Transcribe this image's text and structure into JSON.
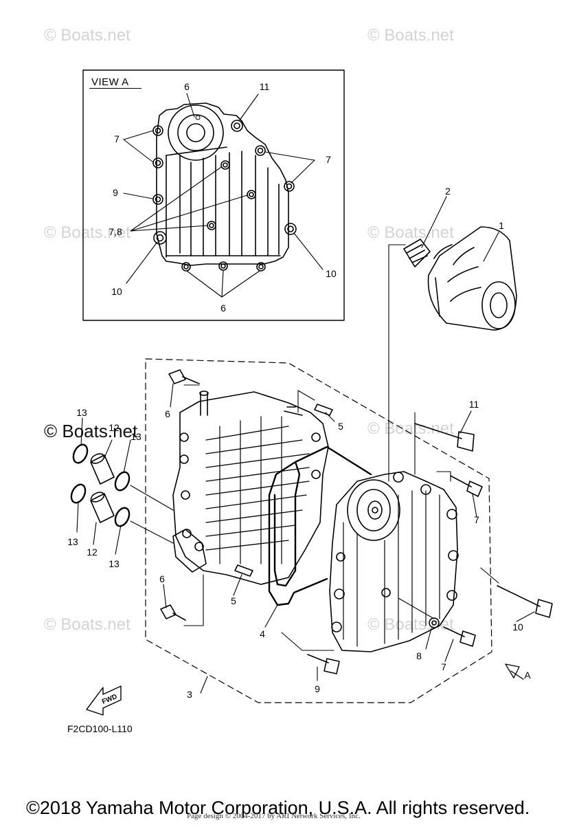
{
  "watermarks": [
    "© Boats.net",
    "© Boats.net",
    "© Boats.net",
    "© Boats.net",
    "© Boats.net",
    "© Boats.net",
    "© Boats.net"
  ],
  "watermark_dark": "© Boats.net",
  "view": {
    "title": "VIEW A",
    "labels": [
      "6",
      "11",
      "7",
      "7",
      "9",
      "7,8",
      "10",
      "10",
      "6"
    ]
  },
  "parts": {
    "labels": [
      "1",
      "2",
      "11",
      "5",
      "5",
      "6",
      "6",
      "13",
      "12",
      "13",
      "13",
      "12",
      "13",
      "7",
      "4",
      "8",
      "7",
      "9",
      "10",
      "3",
      "A"
    ]
  },
  "fwd_label": "FWD",
  "diagram_code": "F2CD100-L110",
  "footer": {
    "copyright": "©2018 Yamaha Motor Corporation, U.S.A. All rights reserved.",
    "page_design": "Page design © 2004-2017 by ARI Network Services, Inc."
  }
}
